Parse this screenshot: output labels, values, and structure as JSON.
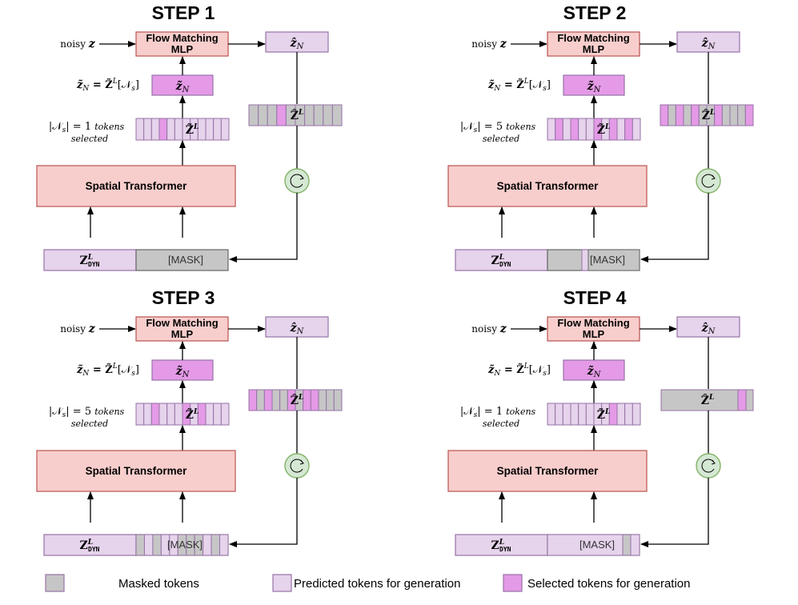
{
  "colors": {
    "masked": "#c6c6c6",
    "predicted": "#e6d3ec",
    "selected": "#e49ae6",
    "stroke_purple": "#9673a6",
    "block_fill": "#f8cecc",
    "block_stroke": "#b85450",
    "cycle_fill": "#d5e8d4",
    "cycle_stroke": "#82b366",
    "mask_stroke": "#666666"
  },
  "labels": {
    "flow_matching": "Flow Matching",
    "mlp": "MLP",
    "spatial_transformer": "Spatial Transformer",
    "mask": "[MASK]",
    "noisy": "noisy",
    "noisy_var": "z",
    "zhat_n": "ẑ",
    "zhat_n_sub": "N",
    "ztilde_n": "z̃",
    "ztilde_n_sub": "N",
    "eq_lhs": "z̃",
    "eq_lhs_sub": "N",
    "eq_mid": " = Z̃",
    "eq_sup": "L",
    "eq_rhs": "[𝒩",
    "eq_rhs_sub": "s",
    "eq_close": "]",
    "ztilde_L": "Z̃",
    "zhat_L": "Ẑ",
    "sup_L": "L",
    "z_dyn": "Z",
    "z_dyn_sup": "L",
    "z_dyn_sub": "DYN",
    "ns_prefix": "|𝒩",
    "ns_sub": "s",
    "ns_mid": "| = ",
    "tokens": "tokens",
    "selected": "selected"
  },
  "steps": [
    {
      "title": "STEP 1",
      "n_selected": "1",
      "top_tokens": [
        "p",
        "p",
        "p",
        "s",
        "p",
        "p",
        "p",
        "p",
        "p",
        "p",
        "p",
        "p"
      ],
      "right_tokens": [
        "m",
        "m",
        "m",
        "s",
        "m",
        "m",
        "m",
        "m",
        "m",
        "m"
      ],
      "bottom_extra": []
    },
    {
      "title": "STEP 2",
      "n_selected": "5",
      "top_tokens": [
        "p",
        "s",
        "p",
        "s",
        "p",
        "p",
        "s",
        "p",
        "s",
        "p",
        "s",
        "p"
      ],
      "right_tokens": [
        "s",
        "m",
        "s",
        "m",
        "s",
        "m",
        "m",
        "s",
        "m",
        "m",
        "m",
        "s"
      ],
      "bottom_extra": [
        "m",
        "m",
        "m",
        "p",
        "m",
        "m",
        "m",
        "m"
      ]
    },
    {
      "title": "STEP 3",
      "n_selected": "5",
      "top_tokens": [
        "p",
        "p",
        "s",
        "p",
        "p",
        "p",
        "s",
        "p",
        "s",
        "p",
        "p",
        "p"
      ],
      "right_tokens": [
        "s",
        "m",
        "s",
        "m",
        "m",
        "s",
        "m",
        "s",
        "s",
        "m",
        "m",
        "m"
      ],
      "bottom_extra": [
        "m",
        "p",
        "m",
        "p",
        "p",
        "m",
        "m",
        "m",
        "p",
        "m",
        "p"
      ]
    },
    {
      "title": "STEP 4",
      "n_selected": "1",
      "top_tokens": [
        "p",
        "p",
        "p",
        "p",
        "p",
        "p",
        "p",
        "p",
        "s",
        "p",
        "p",
        "p"
      ],
      "right_tokens": [
        "m",
        "m",
        "m",
        "m",
        "m",
        "m",
        "m",
        "m",
        "m",
        "m",
        "s",
        "m"
      ],
      "bottom_extra": [
        "p",
        "m"
      ]
    }
  ],
  "legend": [
    {
      "key": "masked",
      "label": "Masked tokens"
    },
    {
      "key": "predicted",
      "label": "Predicted tokens for generation"
    },
    {
      "key": "selected",
      "label": "Selected tokens for generation"
    }
  ]
}
